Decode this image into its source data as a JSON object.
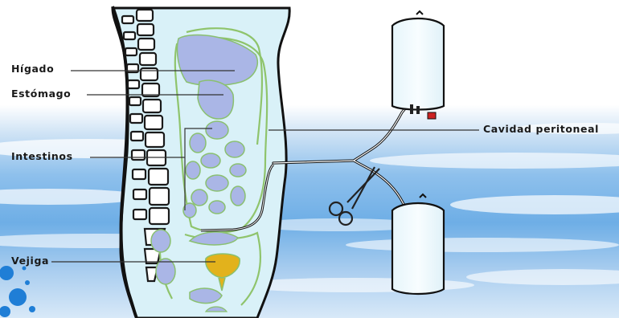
{
  "labels": {
    "higado": "Hígado",
    "estomago": "Estómago",
    "intestinos": "Intestinos",
    "vejiga": "Vejiga",
    "cavidad": "Cavidad peritoneal"
  },
  "colors": {
    "organ_fill": "#aab6e6",
    "bladder_fill": "#e2b21c",
    "body_fill": "#d8f0f8",
    "membrane": "#9cc97a",
    "outline": "#111111",
    "sky_band": "#7ab2e2",
    "clamp_tab": "#cc2222"
  },
  "icons": [
    "scissors-clamp-icon",
    "dialysis-bag-icon"
  ]
}
